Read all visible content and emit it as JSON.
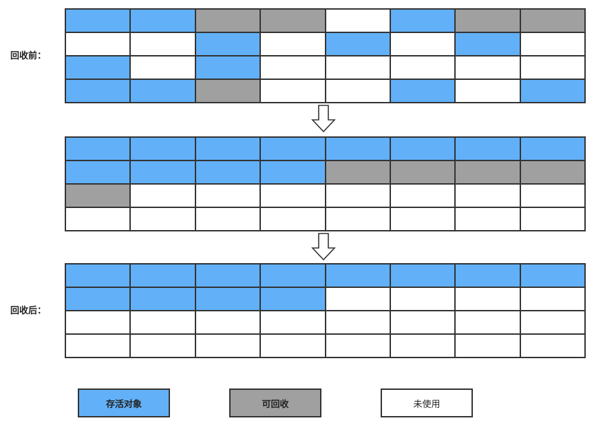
{
  "colors": {
    "live": "#62b0f7",
    "reclaimable": "#a0a0a0",
    "unused": "#ffffff",
    "border": "#333333"
  },
  "labels": {
    "before": "回收前：",
    "after": "回收后："
  },
  "grids": {
    "before": [
      [
        "live",
        "live",
        "reclaimable",
        "reclaimable",
        "unused",
        "live",
        "reclaimable",
        "reclaimable"
      ],
      [
        "unused",
        "unused",
        "live",
        "unused",
        "live",
        "unused",
        "live",
        "unused"
      ],
      [
        "live",
        "unused",
        "live",
        "unused",
        "unused",
        "unused",
        "unused",
        "unused"
      ],
      [
        "live",
        "live",
        "reclaimable",
        "unused",
        "unused",
        "live",
        "unused",
        "live"
      ]
    ],
    "middle": [
      [
        "live",
        "live",
        "live",
        "live",
        "live",
        "live",
        "live",
        "live"
      ],
      [
        "live",
        "live",
        "live",
        "live",
        "reclaimable",
        "reclaimable",
        "reclaimable",
        "reclaimable"
      ],
      [
        "reclaimable",
        "unused",
        "unused",
        "unused",
        "unused",
        "unused",
        "unused",
        "unused"
      ],
      [
        "unused",
        "unused",
        "unused",
        "unused",
        "unused",
        "unused",
        "unused",
        "unused"
      ]
    ],
    "after": [
      [
        "live",
        "live",
        "live",
        "live",
        "live",
        "live",
        "live",
        "live"
      ],
      [
        "live",
        "live",
        "live",
        "live",
        "unused",
        "unused",
        "unused",
        "unused"
      ],
      [
        "unused",
        "unused",
        "unused",
        "unused",
        "unused",
        "unused",
        "unused",
        "unused"
      ],
      [
        "unused",
        "unused",
        "unused",
        "unused",
        "unused",
        "unused",
        "unused",
        "unused"
      ]
    ]
  },
  "arrows": [
    "down-arrow",
    "down-arrow"
  ],
  "legend": {
    "live": "存活对象",
    "reclaimable": "可回收",
    "unused": "未使用"
  }
}
